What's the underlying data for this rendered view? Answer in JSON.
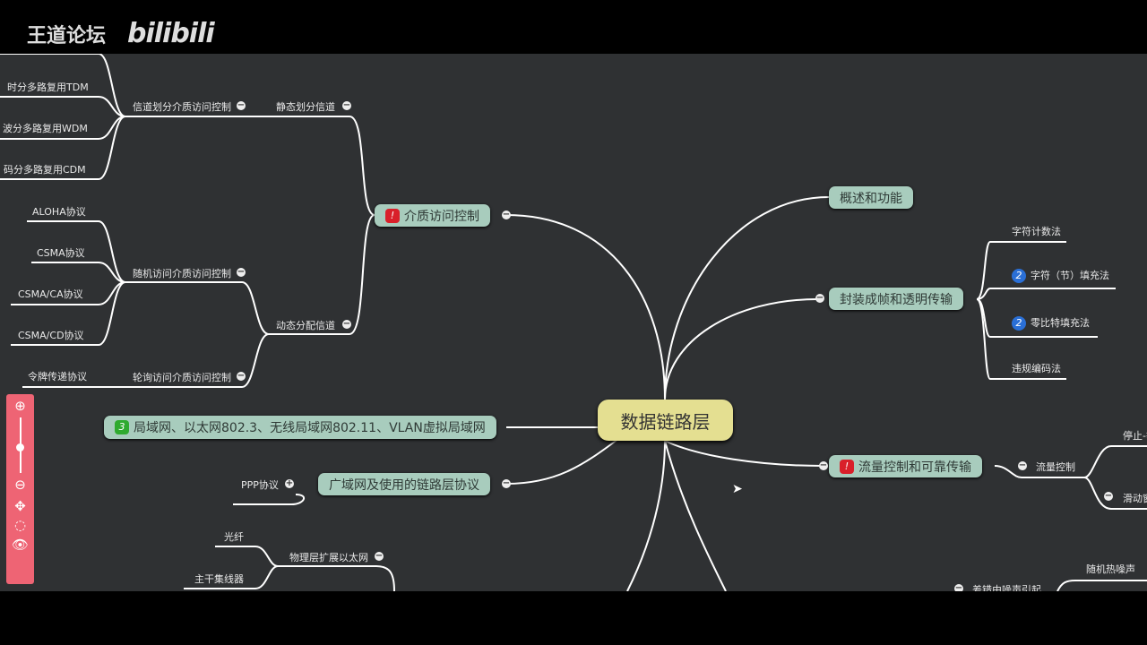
{
  "watermark": {
    "site": "王道论坛",
    "brand": "bilibili"
  },
  "root": "数据链路层",
  "colors": {
    "background": "#2f3133",
    "root": "#e4df91",
    "topic": "#a8ccbd",
    "toolbar": "#ee6474"
  },
  "topics": {
    "mac": {
      "label": "介质访问控制",
      "badge": "!"
    },
    "overview": {
      "label": "概述和功能"
    },
    "framing": {
      "label": "封装成帧和透明传输"
    },
    "flow": {
      "label": "流量控制和可靠传输",
      "badge": "!"
    },
    "lan": {
      "label": "局域网、以太网802.3、无线局域网802.11、VLAN虚拟局域网",
      "badge": "3"
    },
    "wan": {
      "label": "广域网及使用的链路层协议"
    }
  },
  "mac": {
    "static": "静态划分信道",
    "dynamic": "动态分配信道",
    "channel_div": "信道划分介质访问控制",
    "random": "随机访问介质访问控制",
    "polling": "轮询访问介质访问控制",
    "tdm": "时分多路复用TDM",
    "wdm": "波分多路复用WDM",
    "cdm": "码分多路复用CDM",
    "aloha": "ALOHA协议",
    "csma": "CSMA协议",
    "csmaca": "CSMA/CA协议",
    "csmacd": "CSMA/CD协议",
    "token": "令牌传递协议"
  },
  "framing": {
    "char_count": "字符计数法",
    "char_fill": "字符（节）填充法",
    "char_fill_badge": "2",
    "zero_fill": "零比特填充法",
    "zero_fill_badge": "2",
    "violation": "违规编码法"
  },
  "flow": {
    "flow_control": "流量控制",
    "stop_wait": "停止-等",
    "sliding": "滑动窗"
  },
  "wan": {
    "ppp": "PPP协议"
  },
  "lan": {
    "phys_ext": "物理层扩展以太网",
    "fiber": "光纤",
    "hub": "主干集线器"
  },
  "errors": {
    "noise": "差错由噪声引起",
    "thermal": "随机热噪声"
  },
  "toolbar": {
    "icons": [
      "zoom-in-icon",
      "zoom-slider",
      "zoom-out-icon",
      "move-icon",
      "fit-icon",
      "eye-icon"
    ],
    "zoom_level": 0.5
  }
}
